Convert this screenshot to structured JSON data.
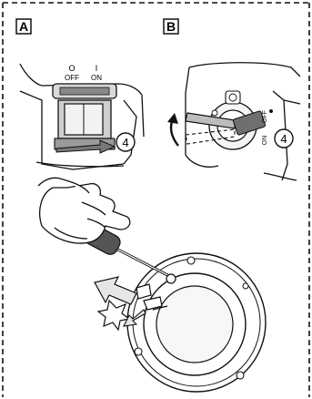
{
  "panel_a": {
    "label": "A",
    "off_label": "OFF",
    "off_symbol": "O",
    "on_label": "ON",
    "on_symbol": "I",
    "step_number": "4"
  },
  "panel_b": {
    "label": "B",
    "off_label": "OFF",
    "on_label": "ON",
    "step_number": "4"
  },
  "icons": {
    "step_circle": "circled-number",
    "direction_arrow": "arrow"
  }
}
